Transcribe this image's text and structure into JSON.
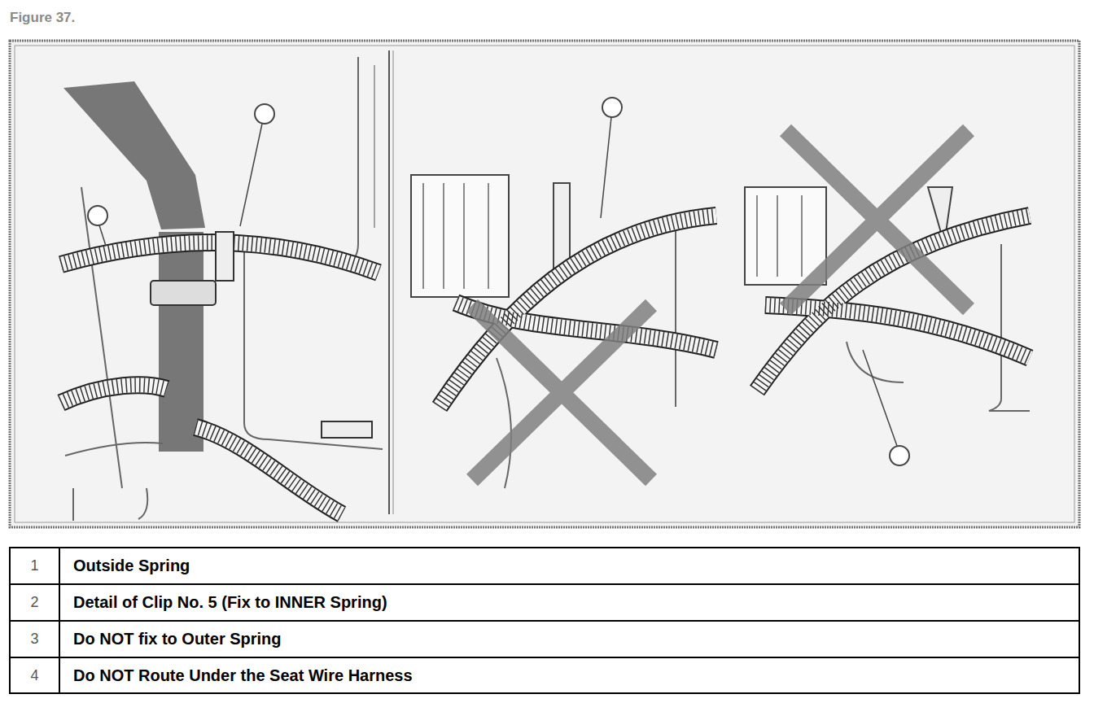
{
  "diagram": {
    "title": "Figure 37.",
    "labels": [
      "1",
      "Outside Spring",
      "2",
      "Detail of Clip No. 5 (Fix to INNER Spring)",
      "3",
      "Do NOT fix to Outer Spring",
      "4",
      "Do NOT Route Under the Seat Wire Harness"
    ]
  }
}
